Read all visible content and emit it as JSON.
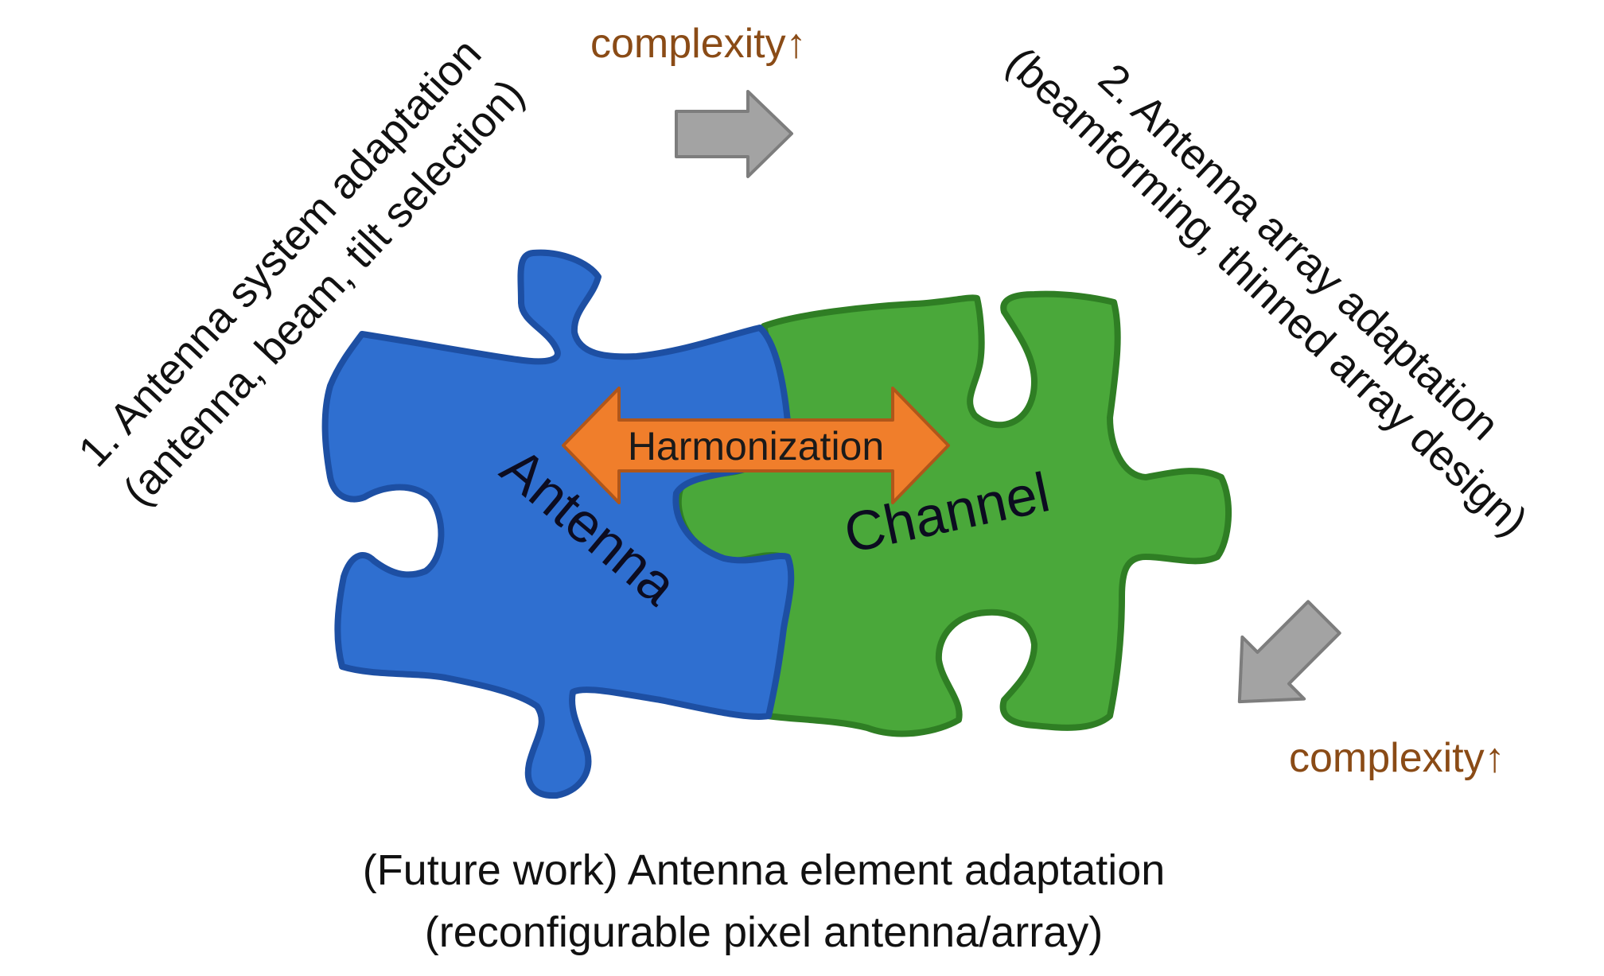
{
  "labels": {
    "step1_line1": "1. Antenna system adaptation",
    "step1_line2": "(antenna, beam, tilt selection)",
    "step2_line1": "2. Antenna array adaptation",
    "step2_line2": "(beamforming, thinned array design)",
    "complexity_top": "complexity↑",
    "complexity_bottom": "complexity↑",
    "antenna_piece": "Antenna",
    "channel_piece": "Channel",
    "harmonization": "Harmonization",
    "future_line1": "(Future work) Antenna element adaptation",
    "future_line2": "(reconfigurable pixel antenna/array)"
  },
  "icons": {
    "top_arrow": "gray-right-arrow-icon",
    "bottom_arrow": "gray-down-left-arrow-icon",
    "harmonization_arrow": "orange-double-arrow-icon",
    "antenna_piece": "blue-puzzle-piece-icon",
    "channel_piece": "green-puzzle-piece-icon"
  },
  "colors": {
    "antenna_fill": "#2f6fd0",
    "antenna_stroke": "#1d4fa3",
    "channel_fill": "#4aa83a",
    "channel_stroke": "#2f7e24",
    "harmonization_fill": "#f07e2b",
    "harmonization_stroke": "#b0561a",
    "arrow_gray": "#9e9e9e",
    "complexity_text": "#8a4b16"
  }
}
